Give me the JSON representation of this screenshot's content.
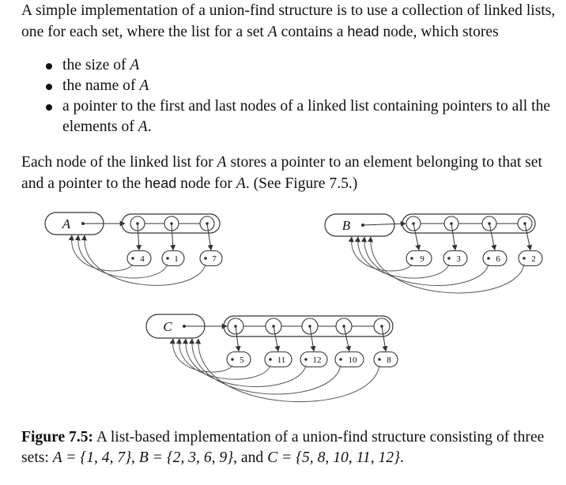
{
  "intro": {
    "before_head": "A simple implementation of a union-find structure is to use a collection of linked lists, one for each set, where the list for a set ",
    "set_var": "A",
    "contains": " contains a ",
    "head_word": "head",
    "after_head": " node, which stores"
  },
  "bullets": [
    {
      "text": "the size of ",
      "var": "A",
      "tail": ""
    },
    {
      "text": "the name of ",
      "var": "A",
      "tail": ""
    },
    {
      "text": "a pointer to the first and last nodes of a linked list containing pointers to all the elements of ",
      "var": "A",
      "tail": "."
    }
  ],
  "para2": {
    "before": "Each node of the linked list for ",
    "var": "A",
    "mid": " stores a pointer to an element belonging to that set and a pointer to the ",
    "head_word": "head",
    "after": " node for ",
    "var2": "A",
    "end": ". (See Figure 7.5.)"
  },
  "figure": {
    "sets": [
      {
        "name": "A",
        "elements": [
          "4",
          "1",
          "7"
        ]
      },
      {
        "name": "B",
        "elements": [
          "9",
          "3",
          "6",
          "2"
        ]
      },
      {
        "name": "C",
        "elements": [
          "5",
          "11",
          "12",
          "10",
          "8"
        ]
      }
    ]
  },
  "caption": {
    "label": "Figure 7.5:",
    "text": " A list-based implementation of a union-find structure consisting of three sets: ",
    "set_a": "A = {1, 4, 7}",
    "sep1": ", ",
    "set_b": "B = {2, 3, 6, 9}",
    "sep2": ", and ",
    "set_c": "C = {5, 8, 10, 11, 12}",
    "end": "."
  }
}
